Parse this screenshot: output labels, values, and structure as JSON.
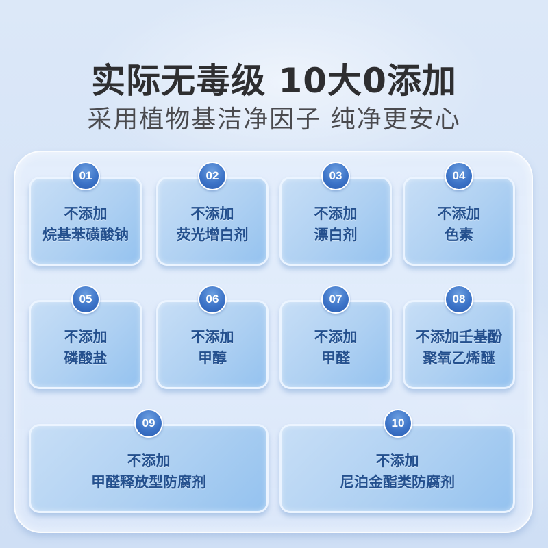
{
  "header": {
    "title": "实际无毒级  10大0添加",
    "subtitle": "采用植物基洁净因子 纯净更安心"
  },
  "colors": {
    "title_text": "#2e2e30",
    "subtitle_text": "#4a4a4e",
    "card_text": "#24508e",
    "badge_fill": "#3d74c8",
    "card_fill": "#aed0f2",
    "background": "#d6e4f7"
  },
  "items": [
    {
      "number": "01",
      "line1": "不添加",
      "line2": "烷基苯磺酸钠"
    },
    {
      "number": "02",
      "line1": "不添加",
      "line2": "荧光增白剂"
    },
    {
      "number": "03",
      "line1": "不添加",
      "line2": "漂白剂"
    },
    {
      "number": "04",
      "line1": "不添加",
      "line2": "色素"
    },
    {
      "number": "05",
      "line1": "不添加",
      "line2": "磷酸盐"
    },
    {
      "number": "06",
      "line1": "不添加",
      "line2": "甲醇"
    },
    {
      "number": "07",
      "line1": "不添加",
      "line2": "甲醛"
    },
    {
      "number": "08",
      "line1": "不添加壬基酚",
      "line2": "聚氧乙烯醚"
    },
    {
      "number": "09",
      "line1": "不添加",
      "line2": "甲醛释放型防腐剂"
    },
    {
      "number": "10",
      "line1": "不添加",
      "line2": "尼泊金酯类防腐剂"
    }
  ]
}
